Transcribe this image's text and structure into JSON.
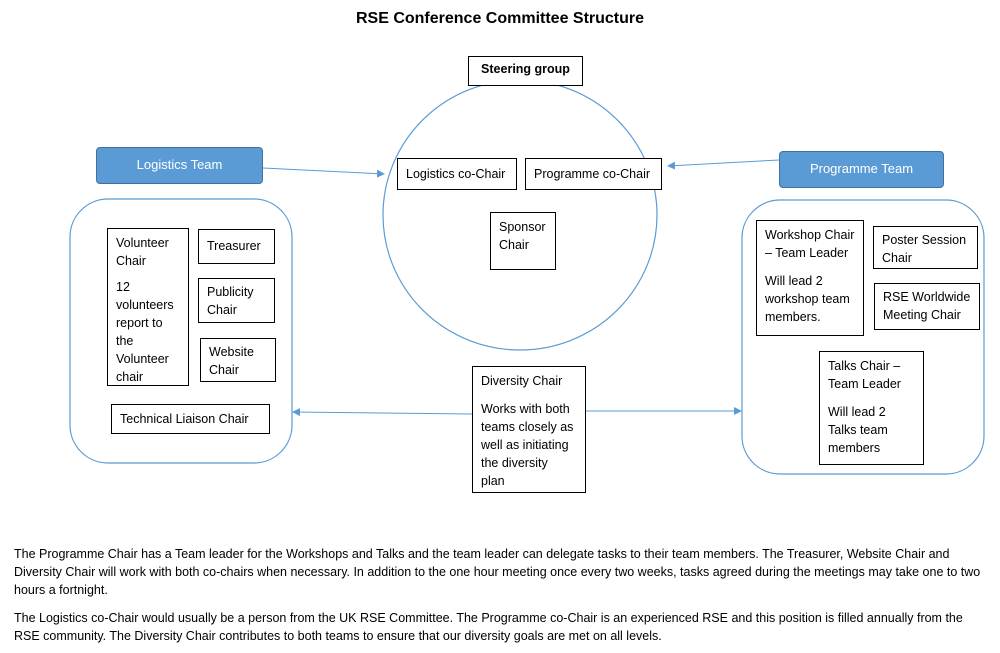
{
  "title": "RSE Conference Committee Structure",
  "steering": {
    "label": "Steering group"
  },
  "center": {
    "logistics_cochair": "Logistics co-Chair",
    "programme_cochair": "Programme co-Chair",
    "sponsor_chair": [
      "Sponsor",
      "Chair"
    ]
  },
  "logistics": {
    "label": "Logistics Team",
    "volunteer_chair": {
      "title": [
        "Volunteer",
        "Chair"
      ],
      "note": [
        "12",
        "volunteers",
        "report to",
        "the",
        "Volunteer",
        "chair"
      ]
    },
    "treasurer": "Treasurer",
    "publicity_chair": [
      "Publicity",
      "Chair"
    ],
    "website_chair": [
      "Website",
      "Chair"
    ],
    "technical_liaison_chair": "Technical Liaison Chair"
  },
  "programme": {
    "label": "Programme Team",
    "workshop_chair": {
      "title": [
        "Workshop Chair",
        "– Team Leader"
      ],
      "note": [
        "Will lead 2",
        "workshop team",
        "members."
      ]
    },
    "poster_session_chair": [
      "Poster Session",
      "Chair"
    ],
    "rse_worldwide_meeting_chair": [
      "RSE Worldwide",
      "Meeting Chair"
    ],
    "talks_chair": {
      "title": [
        "Talks Chair –",
        "Team Leader"
      ],
      "note": [
        "Will lead 2",
        "Talks team",
        "members"
      ]
    }
  },
  "diversity": {
    "title": "Diversity Chair",
    "note": [
      "Works with both",
      "teams closely as",
      "well as initiating",
      "the diversity",
      "plan"
    ]
  },
  "footer": {
    "paragraph1": "The Programme Chair has a Team leader for the Workshops and Talks and the team leader can delegate tasks to their team members.  The Treasurer, Website Chair and Diversity Chair will work with both co-chairs when necessary.  In addition to the one hour meeting once every two weeks, tasks agreed during the meetings may take one to two hours a fortnight.",
    "paragraph2": "The Logistics co-Chair would usually be a person from the UK RSE Committee. The Programme co-Chair is an experienced RSE and this position is filled annually from the RSE community.  The Diversity Chair contributes to both teams to ensure that our diversity goals are met on all levels."
  },
  "colors": {
    "accent": "#5b9bd5",
    "accent_border": "#41719c",
    "line": "#5b9bd5"
  }
}
